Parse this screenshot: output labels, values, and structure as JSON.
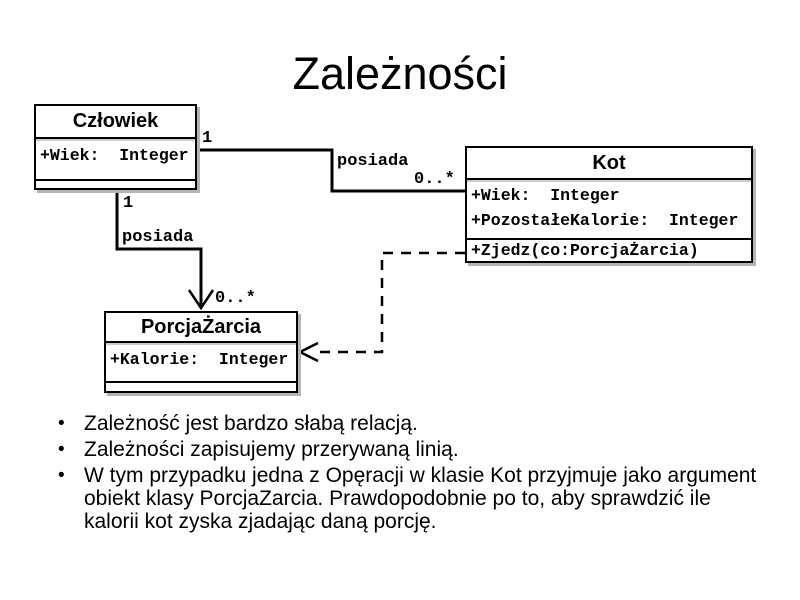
{
  "slide": {
    "title": "Zależności",
    "bullet_char": "•",
    "background_color": "#ffffff",
    "text_color": "#000000",
    "shadow_color": "#b4b4b4"
  },
  "diagram": {
    "type": "uml-class-diagram",
    "classes": [
      {
        "name": "Człowiek",
        "attributes": [
          "+Wiek:  Integer"
        ],
        "operations": []
      },
      {
        "name": "Kot",
        "attributes": [
          "+Wiek:  Integer",
          "+PozostałeKalorie:  Integer"
        ],
        "operations": [
          "+Zjedz(co:PorcjaŻarcia)"
        ]
      },
      {
        "name": "PorcjaŻarcia",
        "attributes": [
          "+Kalorie:  Integer"
        ],
        "operations": []
      }
    ],
    "associations": [
      {
        "from": "Człowiek",
        "to": "Kot",
        "label": "posiada",
        "from_multiplicity": "1",
        "to_multiplicity": "0..*",
        "style": "solid"
      },
      {
        "from": "Człowiek",
        "to": "PorcjaŻarcia",
        "label": "posiada",
        "from_multiplicity": "1",
        "to_multiplicity": "0..*",
        "style": "solid-open-arrow"
      },
      {
        "from": "Kot",
        "to": "PorcjaŻarcia",
        "label": "",
        "style": "dashed-dependency"
      }
    ]
  },
  "bullets": [
    "Zależność jest bardzo słabą relacją.",
    "Zależności zapisujemy przerywaną linią.",
    "W tym przypadku jedna z Opęracji w klasie Kot przyjmuje jako argument obiekt klasy PorcjaZarcia. Prawdopodobnie po to, aby sprawdzić ile kalorii kot zyska zjadając daną porcję."
  ]
}
